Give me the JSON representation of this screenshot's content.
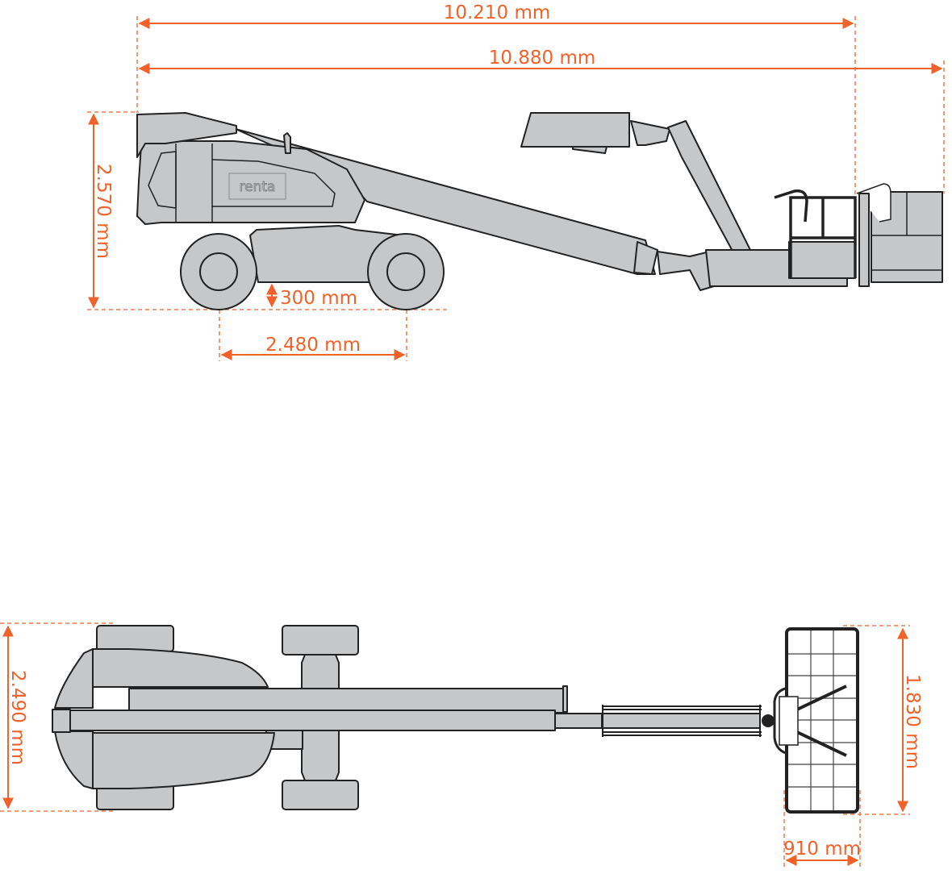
{
  "title": "Boom lift dimension drawing",
  "colors": {
    "dimension": "#f0622a",
    "machine_fill": "#c6c7c9",
    "outline": "#222222"
  },
  "side_view": {
    "overall_length_stowed": "10.210 mm",
    "overall_length_total": "10.880 mm",
    "stowed_height": "2.570 mm",
    "ground_clearance": "300 mm",
    "wheelbase": "2.480 mm",
    "logo_text": "renta"
  },
  "top_view": {
    "overall_width": "2.490 mm",
    "platform_length": "1.830 mm",
    "platform_width": "910 mm"
  }
}
